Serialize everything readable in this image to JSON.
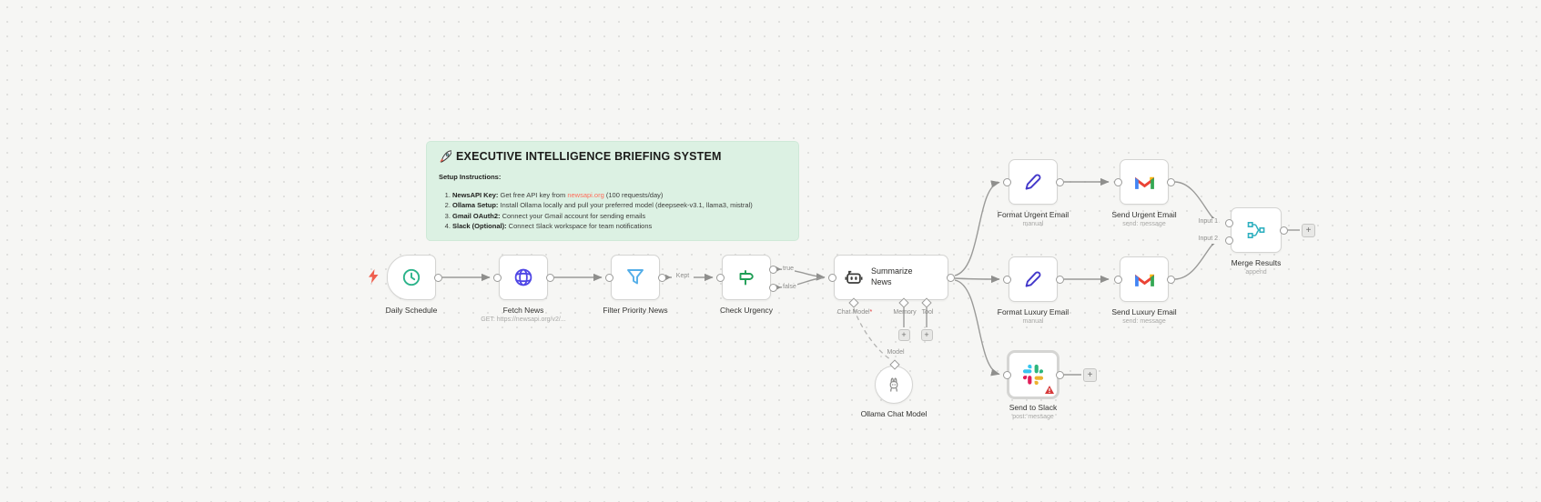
{
  "sticky": {
    "title": "EXECUTIVE INTELLIGENCE BRIEFING SYSTEM",
    "heading": "Setup Instructions:",
    "items": [
      {
        "bold": "NewsAPI Key:",
        "pre": " Get free API key from ",
        "link": "newsapi.org",
        "post": " (100 requests/day)"
      },
      {
        "bold": "Ollama Setup:",
        "pre": " Install Ollama locally and pull your preferred model (deepseek-v3.1, llama3, mistral)",
        "link": "",
        "post": ""
      },
      {
        "bold": "Gmail OAuth2:",
        "pre": " Connect your Gmail account for sending emails",
        "link": "",
        "post": ""
      },
      {
        "bold": "Slack (Optional):",
        "pre": " Connect Slack workspace for team notifications",
        "link": "",
        "post": ""
      }
    ]
  },
  "nodes": {
    "daily_schedule": {
      "label": "Daily Schedule"
    },
    "fetch_news": {
      "label": "Fetch News",
      "subtitle": "GET: https://newsapi.org/v2/..."
    },
    "filter_priority_news": {
      "label": "Filter Priority News"
    },
    "check_urgency": {
      "label": "Check Urgency"
    },
    "summarize_news": {
      "label": "Summarize News"
    },
    "ollama_chat_model": {
      "label": "Ollama Chat Model"
    },
    "format_urgent_email": {
      "label": "Format Urgent Email",
      "subtitle": "manual"
    },
    "send_urgent_email": {
      "label": "Send Urgent Email",
      "subtitle": "send: message"
    },
    "format_luxury_email": {
      "label": "Format Luxury Email",
      "subtitle": "manual"
    },
    "send_luxury_email": {
      "label": "Send Luxury Email",
      "subtitle": "send: message"
    },
    "merge_results": {
      "label": "Merge Results",
      "subtitle": "append"
    },
    "send_to_slack": {
      "label": "Send to Slack",
      "subtitle": "post: message"
    }
  },
  "ports": {
    "kept": "Kept",
    "true_label": "true",
    "false_label": "false",
    "input1": "Input 1",
    "input2": "Input 2",
    "chat_model": "Chat Model",
    "required": "*",
    "memory": "Memory",
    "tool": "Tool",
    "model": "Model"
  },
  "buttons": {
    "plus": "+"
  },
  "colors": {
    "sticky_bg": "#dcf1e3",
    "link": "#ff6d5a",
    "wire": "#9a9a98",
    "schedule_icon": "#2bb38a",
    "http_icon": "#4f46e5",
    "filter_icon": "#54aee8",
    "if_icon": "#1e9e55",
    "code_icon": "#4338ca",
    "merge_icon": "#2fb0c0",
    "trigger_bolt": "#ef5f4e",
    "warning": "#d63a3a"
  }
}
